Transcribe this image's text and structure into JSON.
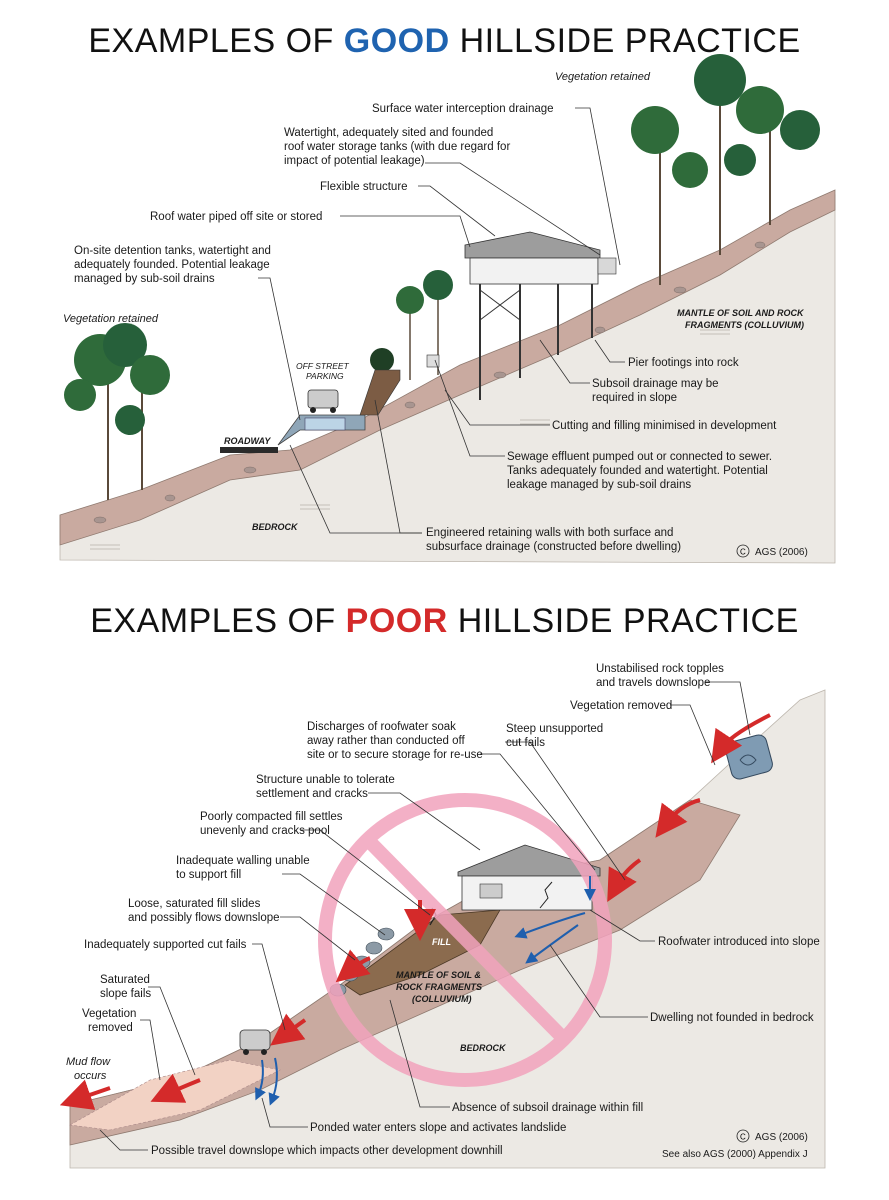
{
  "good": {
    "title_prefix": "EXAMPLES OF ",
    "title_emphasis": "GOOD",
    "title_suffix": " HILLSIDE PRACTICE",
    "labels": {
      "veg_top": "Vegetation retained",
      "surface_water": "Surface water interception drainage",
      "tanks_1": "Watertight, adequately sited and founded",
      "tanks_2": "roof water storage tanks (with due regard for",
      "tanks_3": "impact of potential leakage)",
      "flexible": "Flexible structure",
      "roof_water": "Roof water piped off site or stored",
      "detention_1": "On-site detention tanks, watertight and",
      "detention_2": "adequately founded.  Potential leakage",
      "detention_3": "managed by sub-soil drains",
      "veg_left": "Vegetation retained",
      "mantle_1": "MANTLE OF SOIL AND ROCK",
      "mantle_2": "FRAGMENTS (COLLUVIUM)",
      "parking_1": "OFF STREET",
      "parking_2": "PARKING",
      "pier": "Pier footings into rock",
      "subsoil_1": "Subsoil drainage may be",
      "subsoil_2": "required in slope",
      "cutting": "Cutting and filling minimised in development",
      "roadway": "ROADWAY",
      "sewage_1": "Sewage effluent pumped out or connected to sewer.",
      "sewage_2": "Tanks adequately founded and watertight.  Potential",
      "sewage_3": "leakage managed by sub-soil drains",
      "bedrock": "BEDROCK",
      "walls_1": "Engineered retaining walls with both surface and",
      "walls_2": "subsurface drainage (constructed before dwelling)",
      "copyright": "AGS (2006)"
    }
  },
  "poor": {
    "title_prefix": "EXAMPLES OF ",
    "title_emphasis": "POOR",
    "title_suffix": " HILLSIDE PRACTICE",
    "labels": {
      "topples_1": "Unstabilised rock topples",
      "topples_2": "and travels downslope",
      "veg_removed_top": "Vegetation removed",
      "discharge_1": "Discharges of  roofwater soak",
      "discharge_2": "away rather than conducted off",
      "discharge_3": "site or to secure storage for re-use",
      "steep_1": "Steep unsupported",
      "steep_2": "cut fails",
      "structure_1": "Structure unable to tolerate",
      "structure_2": "settlement and cracks",
      "compacted_1": "Poorly compacted fill settles",
      "compacted_2": "unevenly and cracks pool",
      "walling_1": "Inadequate walling unable",
      "walling_2": "to support fill",
      "loose_1": "Loose, saturated fill slides",
      "loose_2": "and possibly flows downslope",
      "roofwater_slope": "Roofwater introduced into slope",
      "inadequate_cut": "Inadequately supported cut fails",
      "fill": "FILL",
      "mantle_1": "MANTLE OF SOIL &",
      "mantle_2": "ROCK FRAGMENTS",
      "mantle_3": "(COLLUVIUM)",
      "saturated_1": "Saturated",
      "saturated_2": "slope fails",
      "veg_removed_1": "Vegetation",
      "veg_removed_2": "removed",
      "not_founded": "Dwelling not founded in bedrock",
      "bedrock": "BEDROCK",
      "mud_1": "Mud flow",
      "mud_2": "occurs",
      "absence": "Absence of subsoil drainage within fill",
      "ponded": "Ponded water enters slope and activates landslide",
      "copyright": "AGS (2006)",
      "travel": "Possible travel downslope which impacts other development downhill",
      "see_also": "See also AGS (2000) Appendix J"
    }
  },
  "colors": {
    "good_accent": "#1f63b0",
    "poor_accent": "#d42a2a",
    "soil": "#c9aaa0",
    "ground": "#ece9e4",
    "prohibition": "#f2a3bd",
    "water": "#1f5fae",
    "arrow": "#d42a2a",
    "fill": "#8b6b4e"
  }
}
